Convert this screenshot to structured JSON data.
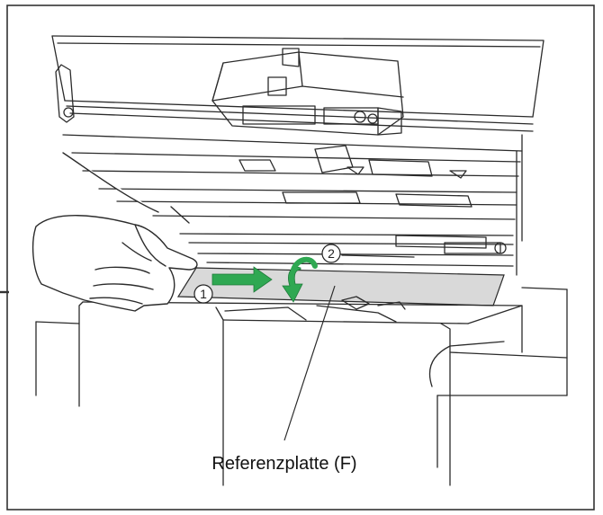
{
  "diagram": {
    "label_reference_plate": "Referenzplatte (F)",
    "step_1": "1",
    "step_2": "2",
    "colors": {
      "line": "#2b2b2b",
      "arrow": "#2fa852",
      "highlight": "#d9d9d9",
      "frame": "#333333"
    },
    "icons": [
      "hand-icon",
      "slide-arrow-icon",
      "rotate-arrow-icon"
    ]
  }
}
